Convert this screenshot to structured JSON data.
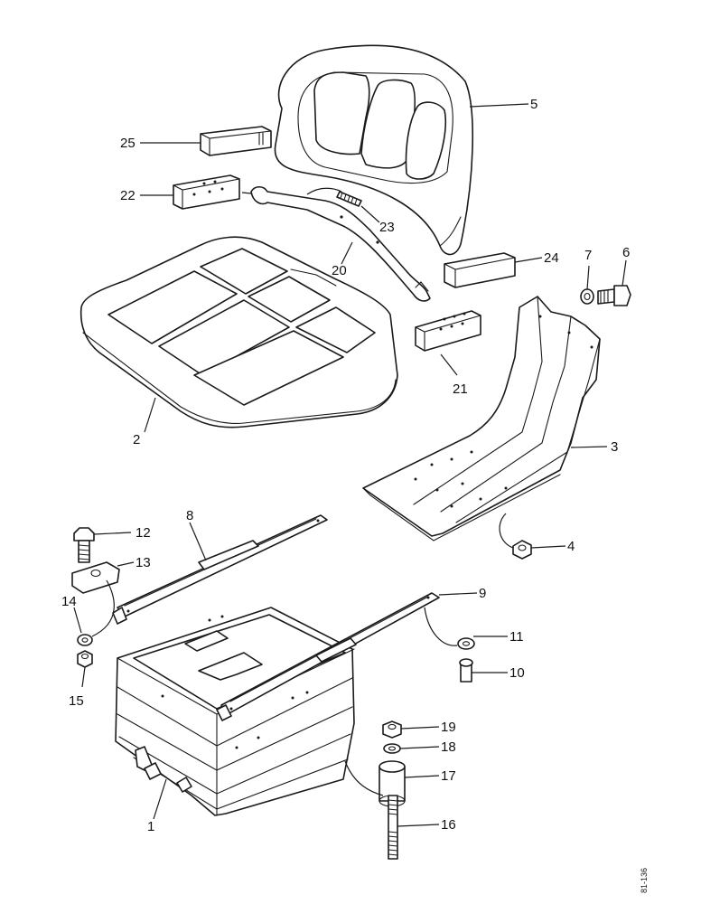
{
  "diagram": {
    "callouts": {
      "c1": "1",
      "c2": "2",
      "c3": "3",
      "c4": "4",
      "c5": "5",
      "c6": "6",
      "c7": "7",
      "c8": "8",
      "c9": "9",
      "c10": "10",
      "c11": "11",
      "c12": "12",
      "c13": "13",
      "c14": "14",
      "c15": "15",
      "c16": "16",
      "c17": "17",
      "c18": "18",
      "c19": "19",
      "c20": "20",
      "c21": "21",
      "c22": "22",
      "c23": "23",
      "c24": "24",
      "c25": "25"
    },
    "drawing_ref": "81-136"
  }
}
